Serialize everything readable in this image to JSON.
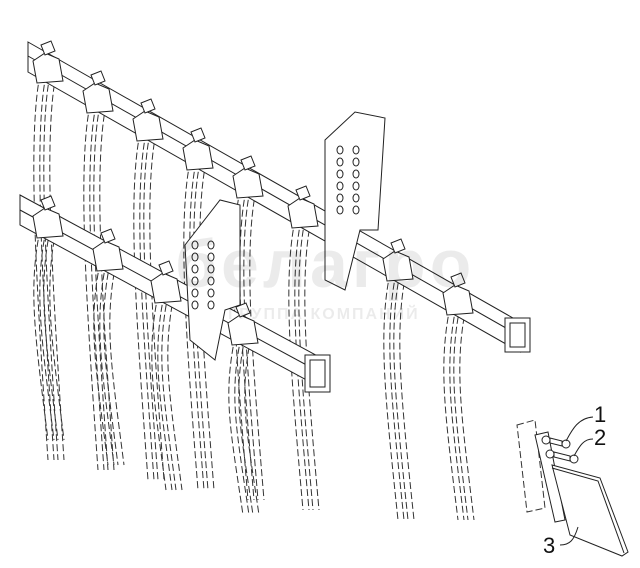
{
  "diagram": {
    "callouts": [
      {
        "number": "1"
      },
      {
        "number": "2"
      },
      {
        "number": "3"
      }
    ],
    "watermark": {
      "brand": "белагро",
      "subtitle": "ГРУППА КОМПАНИЙ"
    },
    "colors": {
      "line": "#222222",
      "background": "#ffffff"
    }
  }
}
